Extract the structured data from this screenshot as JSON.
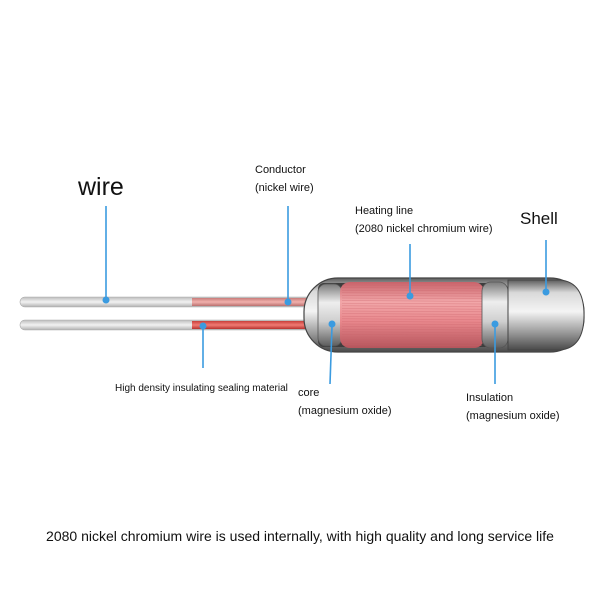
{
  "labels": {
    "wire": "wire",
    "conductor_title": "Conductor",
    "conductor_sub": "(nickel wire)",
    "heating_title": "Heating line",
    "heating_sub": "(2080 nickel chromium wire)",
    "shell": "Shell",
    "sealing": "High density insulating sealing material",
    "core_title": "core",
    "core_sub": "(magnesium oxide)",
    "insulation_title": "Insulation",
    "insulation_sub": "(magnesium oxide)"
  },
  "caption": "2080 nickel chromium wire is used internally, with high quality and long service life",
  "colors": {
    "leader": "#3b9be0",
    "heating_coil": "#e8878c",
    "heating_coil_dark": "#c9636a",
    "lead_wire": "#dcdcdc",
    "red_conductor": "#e0534f",
    "shell": "#8e8e8e"
  }
}
